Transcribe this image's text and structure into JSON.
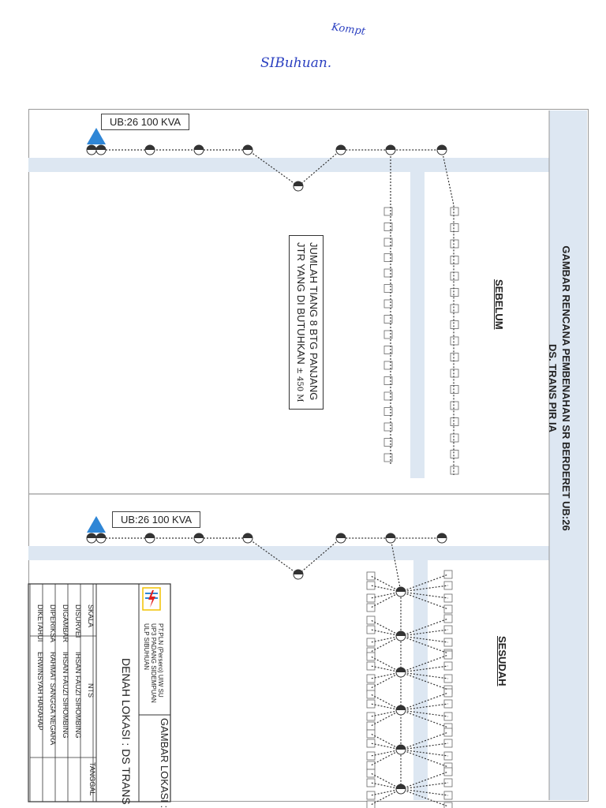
{
  "annotations": {
    "hand_1": "Kompt",
    "hand_2": "SIBuhuan."
  },
  "title_line_1": "GAMBAR RENCANA PEMBENAHAN SR BERDERET  UB:26",
  "title_line_2": "DS. TRANS PIR IA",
  "sections": [
    {
      "label": "SEBELUM",
      "transformer": "UB:26 100 KVA"
    },
    {
      "label": "SESUDAH",
      "transformer": "UB:26 100 KVA"
    }
  ],
  "note": {
    "line_1": "JUMLAH TIANG 8 BTG PANJANG",
    "line_2": "JTR YANG DI BUTUHKAN",
    "length": "± 450 M"
  },
  "title_block": {
    "company_lines": [
      "PT.PLN (Persero) UIW SU",
      "UP3 PADANG SIDEMPUAN",
      "ULP SIBUHUAN"
    ],
    "gambar_lokasi": "GAMBAR LOKASI :",
    "denah_lokasi": "DENAH LOKASI : DS TRANS",
    "tanggal_header": "TANGGAL",
    "rows": [
      {
        "role": "SKALA",
        "name": "NTS"
      },
      {
        "role": "DISURVEI",
        "name": "IHSAN FAUZI SIHOMBING"
      },
      {
        "role": "DIGAMBAR",
        "name": "IHSAN FAUZI SIHOMBING"
      },
      {
        "role": "DIPERIKSA",
        "name": "RAHMAT SANGGA NEGARA"
      },
      {
        "role": "DIKETAHUI",
        "name": "ERWINSYAH HARAHAP"
      }
    ]
  },
  "colors": {
    "road": "#dde7f2",
    "transformer": "#2f86d6",
    "pole": "#333333",
    "line": "#333333"
  }
}
